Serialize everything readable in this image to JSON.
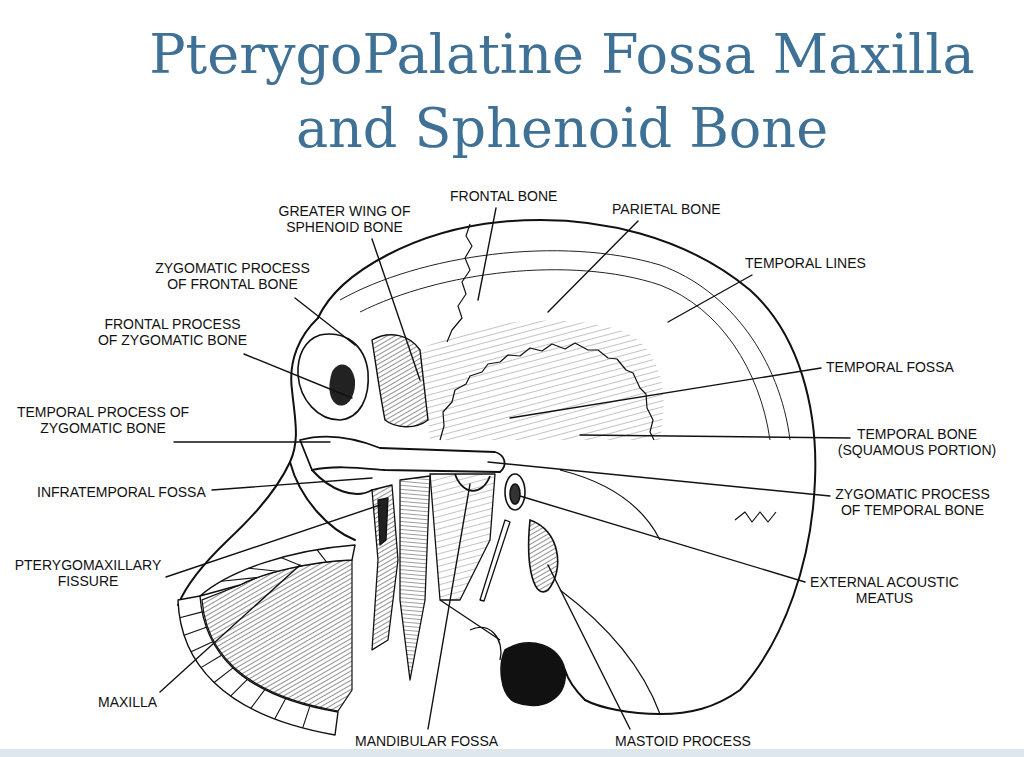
{
  "diagram": {
    "title": "PterygoPalatine Fossa Maxilla and Sphenoid Bone",
    "labels": [
      "FRONTAL BONE",
      "GREATER WING OF SPHENOID BONE",
      "PARIETAL BONE",
      "ZYGOMATIC PROCESS OF FRONTAL BONE",
      "TEMPORAL LINES",
      "FRONTAL PROCESS OF ZYGOMATIC BONE",
      "TEMPORAL FOSSA",
      "TEMPORAL PROCESS OF ZYGOMATIC BONE",
      "TEMPORAL BONE (SQUAMOUS PORTION)",
      "INFRATEMPORAL FOSSA",
      "ZYGOMATIC PROCESS OF TEMPORAL BONE",
      "PTERYGOMAXILLARY FISSURE",
      "EXTERNAL ACOUSTIC MEATUS",
      "MAXILLA",
      "MANDIBULAR FOSSA",
      "MASTOID PROCESS"
    ]
  }
}
